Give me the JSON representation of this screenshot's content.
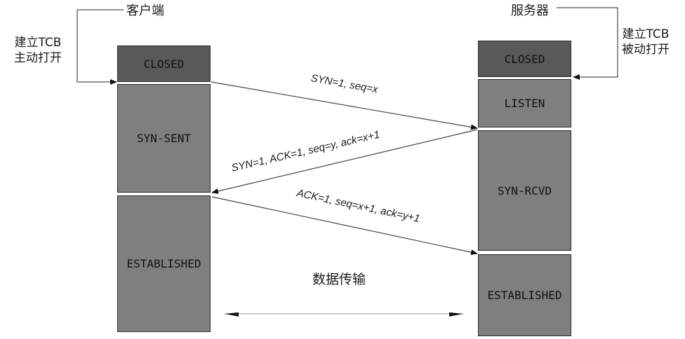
{
  "client": {
    "title": "客户端",
    "open_label": "建立TCB\n主动打开",
    "states": [
      "CLOSED",
      "SYN-SENT",
      "ESTABLISHED"
    ]
  },
  "server": {
    "title": "服务器",
    "open_label": "建立TCB\n被动打开",
    "states": [
      "CLOSED",
      "LISTEN",
      "SYN-RCVD",
      "ESTABLISHED"
    ]
  },
  "messages": {
    "syn": "SYN=1, seq=x",
    "syn_ack": "SYN=1, ACK=1, seq=y, ack=x+1",
    "ack": "ACK=1, seq=x+1, ack=y+1"
  },
  "data_transfer": "数据传输"
}
